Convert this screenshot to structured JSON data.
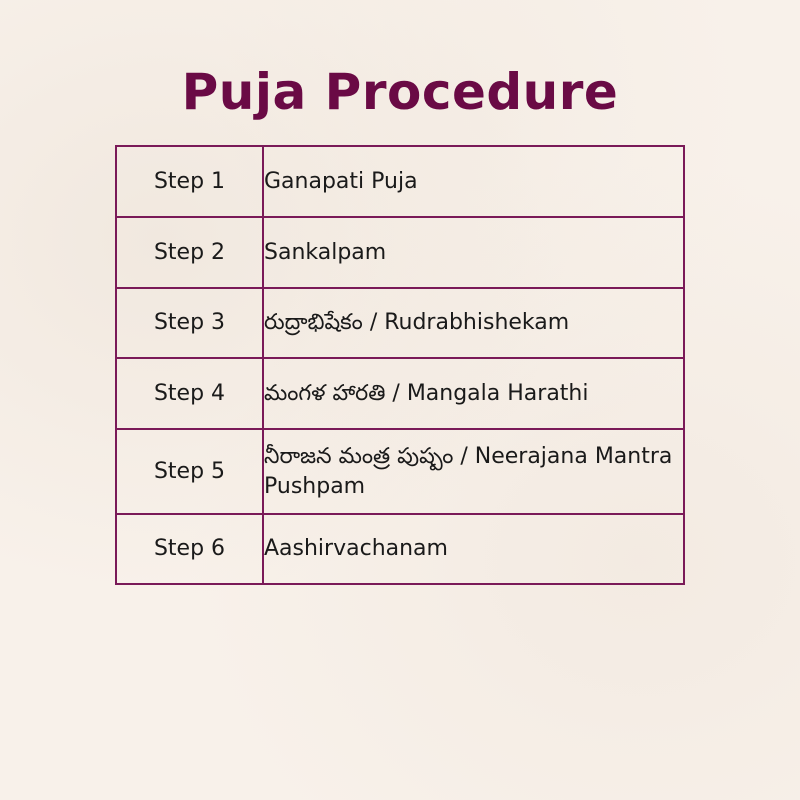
{
  "title": "Puja Procedure",
  "colors": {
    "title": "#6a0a45",
    "border": "#7a1a58",
    "text": "#1a1a1a",
    "background": "#f8f1ea"
  },
  "steps": [
    {
      "step": "Step 1",
      "name": "Ganapati Puja"
    },
    {
      "step": "Step 2",
      "name": "Sankalpam"
    },
    {
      "step": "Step 3",
      "name": "రుద్రాభిషేకం / Rudrabhishekam"
    },
    {
      "step": "Step 4",
      "name": "మంగళ హారతి / Mangala Harathi"
    },
    {
      "step": "Step 5",
      "name": "నీరాజన మంత్ర పుష్పం / Neerajana Mantra Pushpam"
    },
    {
      "step": "Step 6",
      "name": "Aashirvachanam"
    }
  ]
}
